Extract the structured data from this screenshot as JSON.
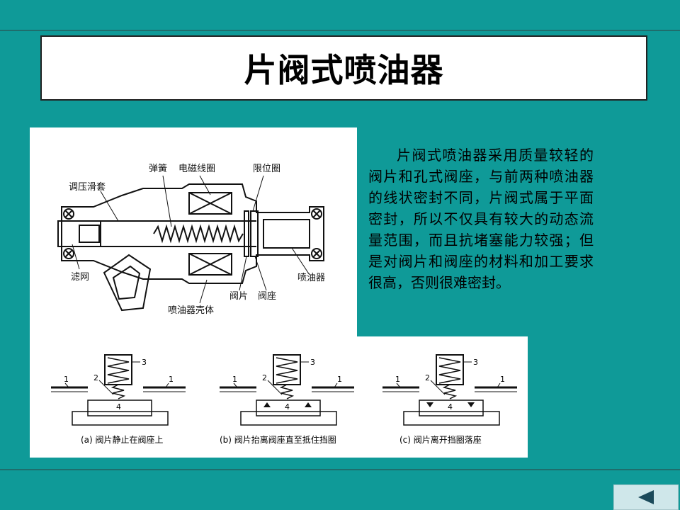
{
  "slide": {
    "title": "片阀式喷油器",
    "description": "片阀式喷油器采用质量较轻的阀片和孔式阀座，与前两种喷油器的线状密封不同，片阀式属于平面密封，所以不仅具有较大的动态流量范围，而且抗堵塞能力较强；但是对阀片和阀座的材料和加工要求很高，否则很难密封。"
  },
  "diagram_top": {
    "labels": {
      "spring": "弹簧",
      "coil": "电磁线圈",
      "stop_ring": "限位圈",
      "sleeve": "调压滑套",
      "filter": "滤网",
      "injector": "喷油器",
      "housing": "喷油器壳体",
      "valve_plate": "阀片",
      "valve_seat": "阀座"
    }
  },
  "diagram_bottom": {
    "panels": [
      {
        "caption": "(a) 阀片静止在阀座上"
      },
      {
        "caption": "(b) 阀片抬离阀座直至抵住挡圈"
      },
      {
        "caption": "(c) 阀片离开挡圈落座"
      }
    ],
    "numbers": {
      "n1": "1",
      "n2": "2",
      "n3": "3",
      "n4": "4"
    }
  },
  "nav": {
    "back_icon": "triangle-left-icon"
  }
}
